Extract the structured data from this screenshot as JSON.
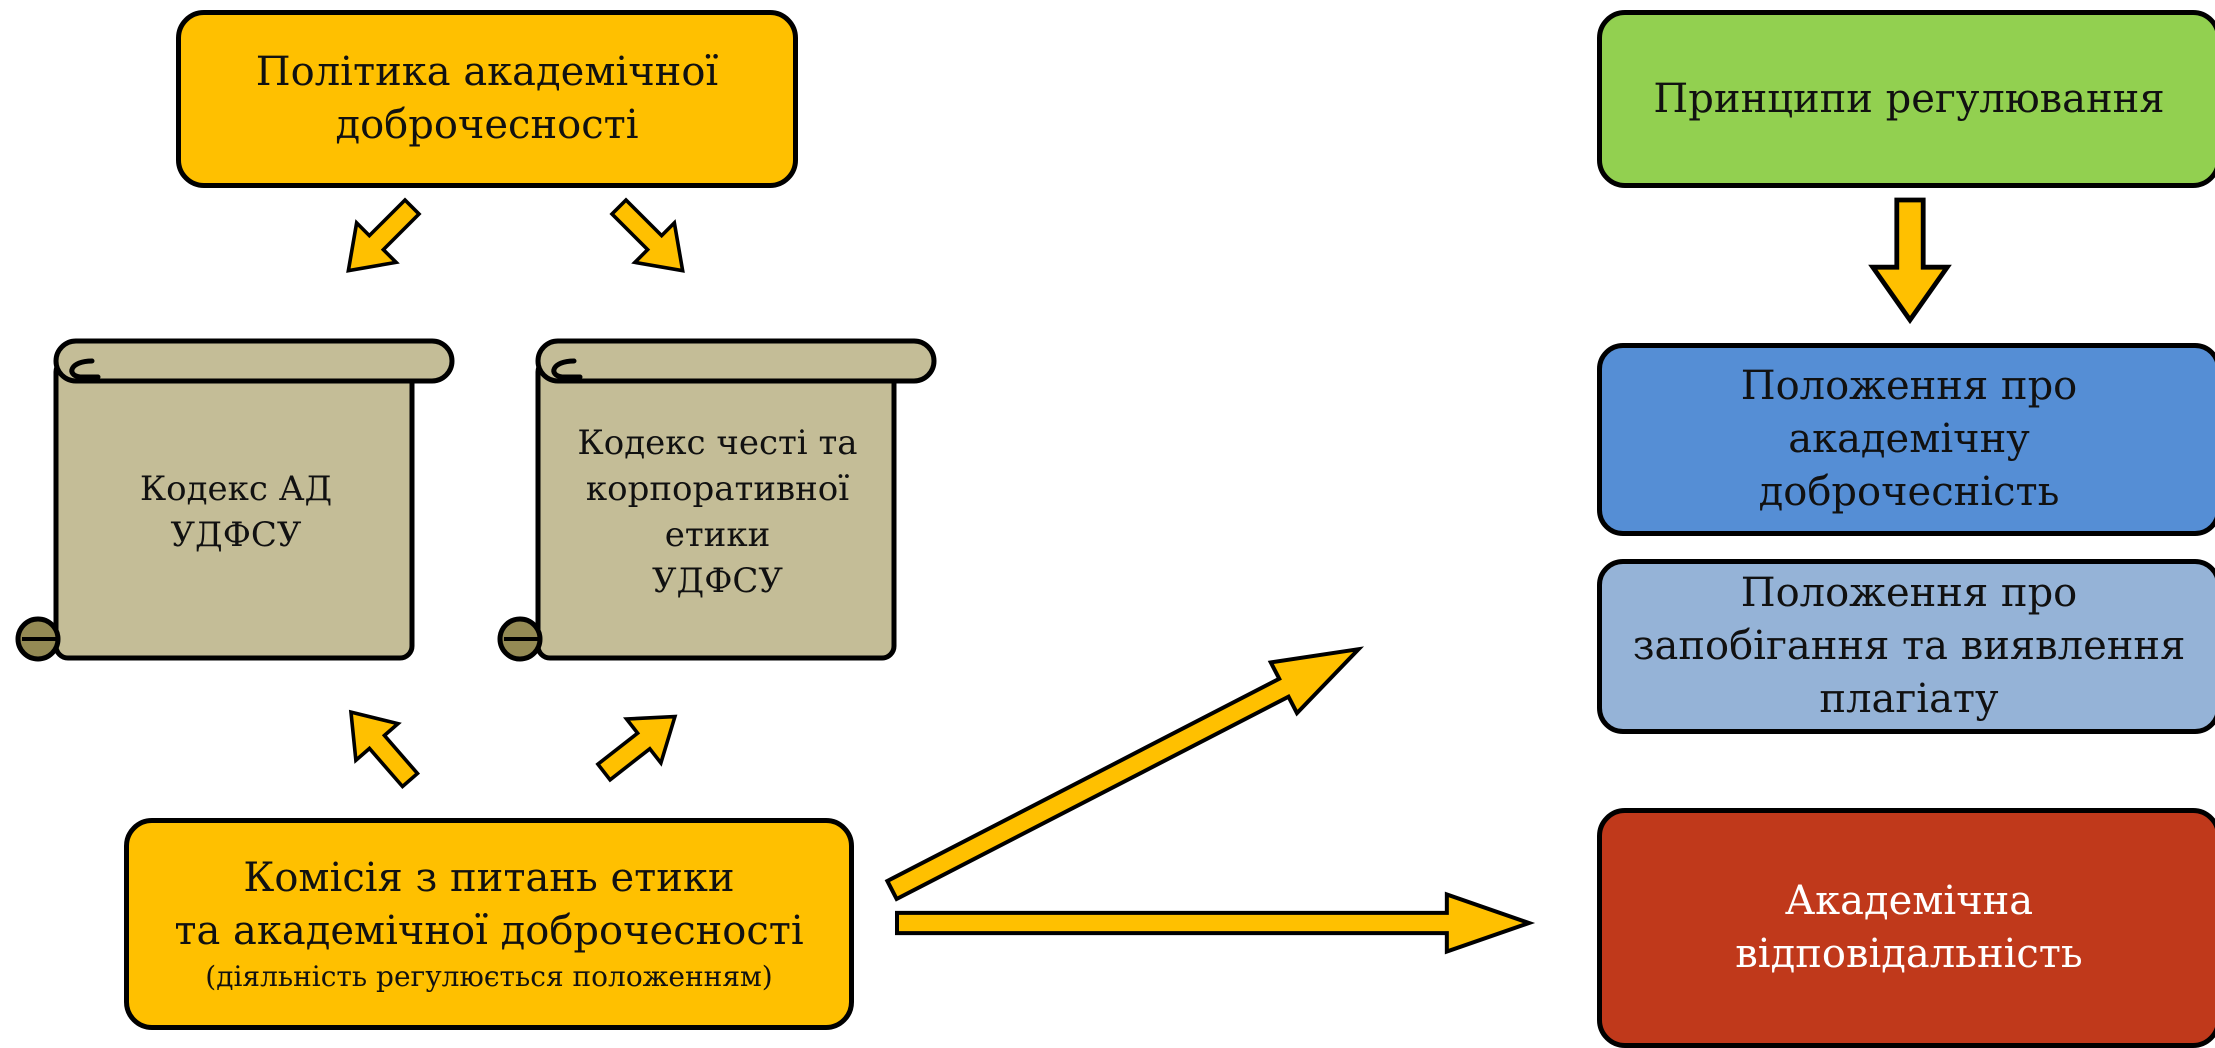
{
  "colors": {
    "policy_fill": "#FFC000",
    "commission_fill": "#FFC000",
    "principles_fill": "#92D050",
    "regulation_fill": "#558ED5",
    "plagiarism_fill": "#95B3D7",
    "responsibility_fill": "#C0391B",
    "scroll_fill": "#C4BD97",
    "scroll_curl_fill": "#948A54",
    "arrow_fill": "#FFC000",
    "outline": "#000000"
  },
  "policy": {
    "line1": "Політика академічної",
    "line2": "доброчесності"
  },
  "scroll_code_ad": {
    "line1": "Кодекс АД",
    "line2": "УДФСУ"
  },
  "scroll_code_honor": {
    "line1": "Кодекс честі та",
    "line2": "корпоративної",
    "line3": "етики",
    "line4": "УДФСУ"
  },
  "commission": {
    "line1": "Комісія з питань етики",
    "line2": "та академічної доброчесності",
    "note": "(діяльність регулюється положенням)"
  },
  "principles": {
    "text": "Принципи регулювання"
  },
  "regulation": {
    "line1": "Положення про",
    "line2": "академічну",
    "line3": "доброчесність"
  },
  "plagiarism": {
    "line1": "Положення про",
    "line2": "запобігання та виявлення",
    "line3": "плагіату"
  },
  "responsibility": {
    "line1": "Академічна",
    "line2": "відповідальність"
  }
}
